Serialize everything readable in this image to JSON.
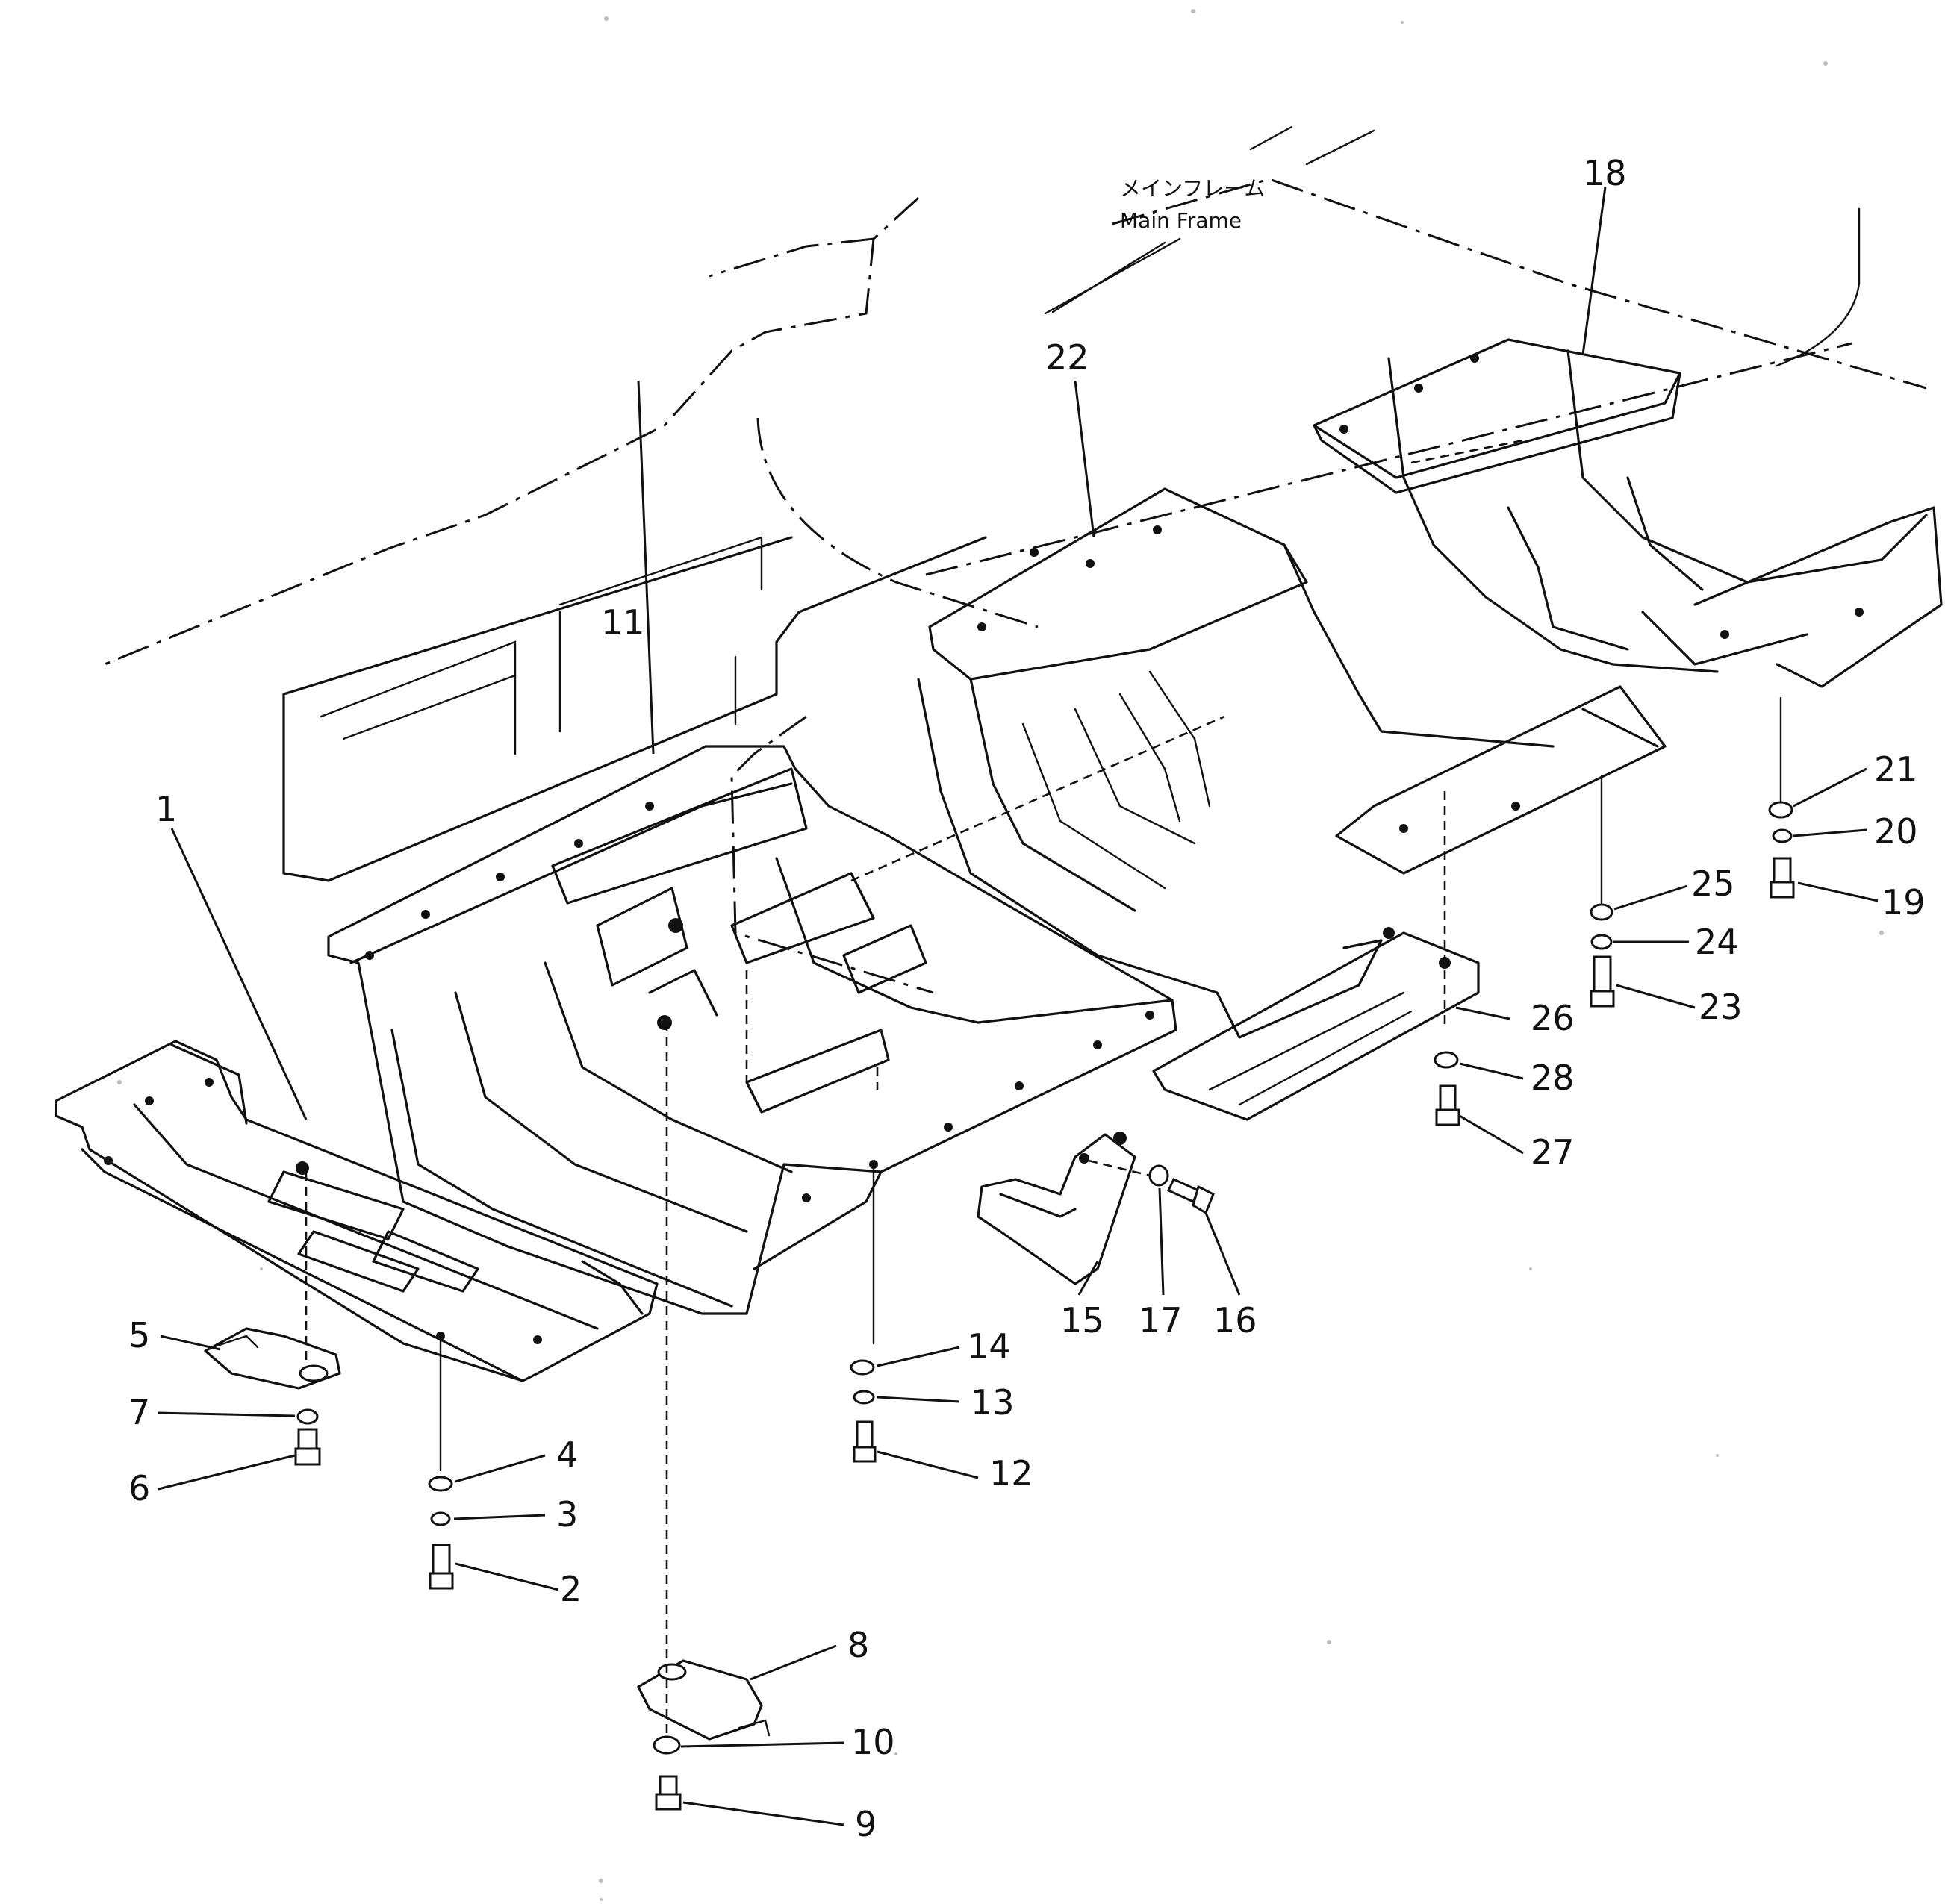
{
  "note": {
    "line1": "メインフレーム",
    "line2": "Main Frame"
  },
  "callouts": [
    "1",
    "2",
    "3",
    "4",
    "5",
    "6",
    "7",
    "8",
    "9",
    "10",
    "11",
    "12",
    "13",
    "14",
    "15",
    "16",
    "17",
    "18",
    "19",
    "20",
    "21",
    "22",
    "23",
    "24",
    "25",
    "26",
    "27",
    "28"
  ]
}
